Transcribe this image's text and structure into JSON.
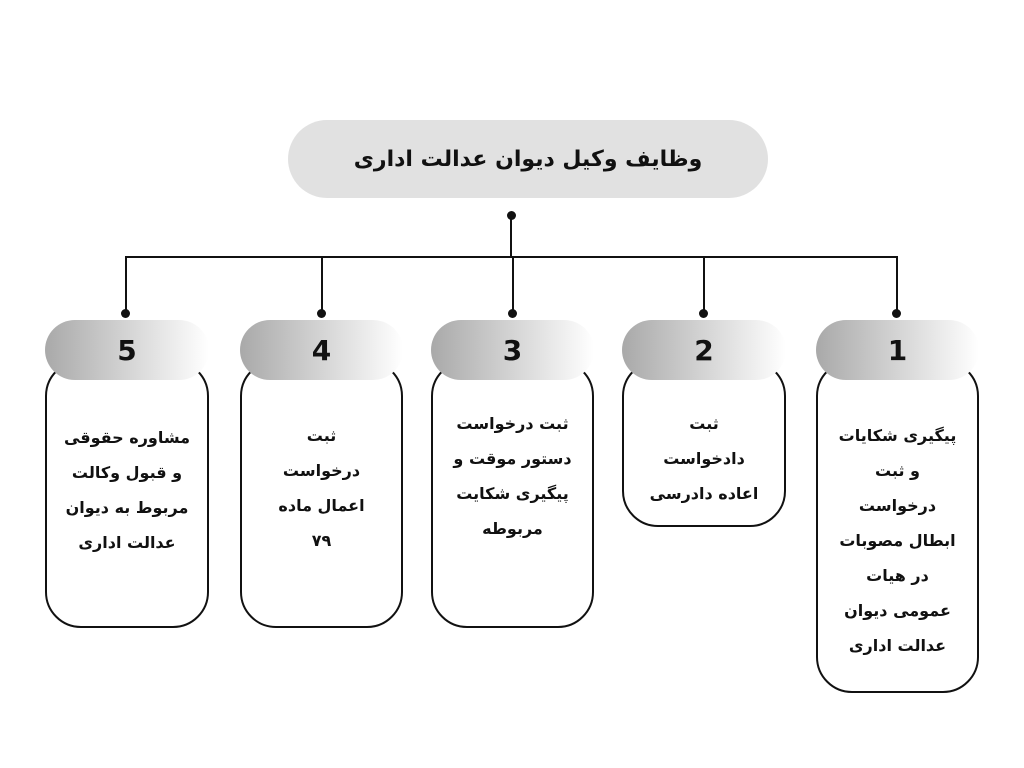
{
  "title": "وظایف وکیل دیوان عدالت اداری",
  "items": [
    {
      "number": "1",
      "text": "پیگیری شکایات و ثبت درخواست ابطال مصوبات در هیات عمومی دیوان عدالت اداری"
    },
    {
      "number": "2",
      "text": "ثبت دادخواست اعاده دادرسی"
    },
    {
      "number": "3",
      "text": "ثبت درخواست دستور موقت و پیگیری شکایت مربوطه"
    },
    {
      "number": "4",
      "text": "ثبت درخواست اعمال ماده ۷۹"
    },
    {
      "number": "5",
      "text": "مشاوره حقوقی و قبول وکالت مربوط به دیوان عدالت اداری"
    }
  ]
}
